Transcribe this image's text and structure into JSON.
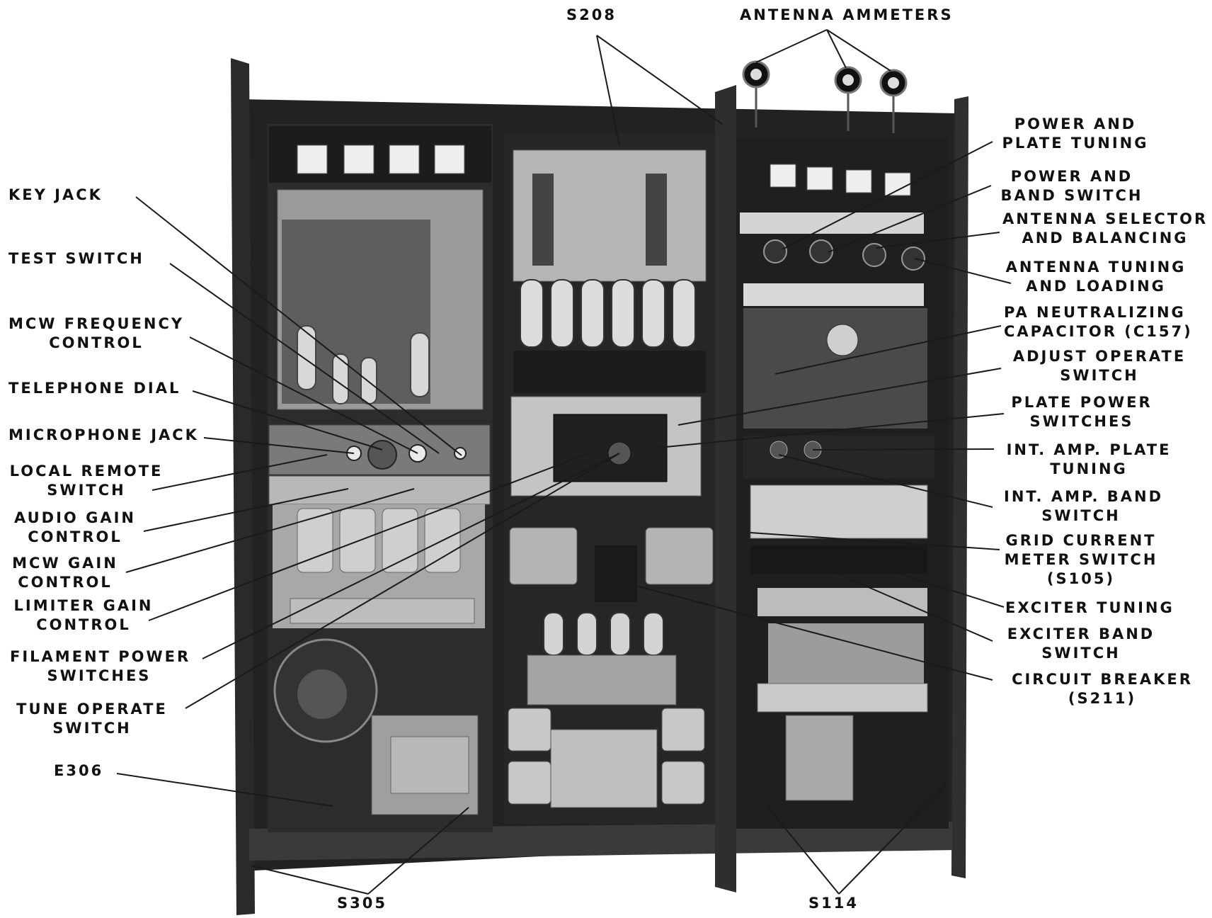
{
  "labels": {
    "s208": "S208",
    "antenna_ammeters": "ANTENNA AMMETERS",
    "key_jack": "KEY JACK",
    "test_switch": "TEST SWITCH",
    "mcw_frequency_control": [
      "MCW FREQUENCY",
      "CONTROL"
    ],
    "telephone_dial": "TELEPHONE DIAL",
    "microphone_jack": "MICROPHONE JACK",
    "local_remote_switch": [
      "LOCAL REMOTE",
      "SWITCH"
    ],
    "audio_gain_control": [
      "AUDIO GAIN",
      "CONTROL"
    ],
    "mcw_gain_control": [
      "MCW GAIN",
      "CONTROL"
    ],
    "limiter_gain_control": [
      "LIMITER GAIN",
      "CONTROL"
    ],
    "filament_power_switches": [
      "FILAMENT POWER",
      "SWITCHES"
    ],
    "tune_operate_switch": [
      "TUNE OPERATE",
      "SWITCH"
    ],
    "e306": "E306",
    "s305": "S305",
    "s114": "S114",
    "power_and_plate_tuning": [
      "POWER AND",
      "PLATE TUNING"
    ],
    "power_and_band_switch": [
      "POWER AND",
      "BAND SWITCH"
    ],
    "antenna_selector_and_balancing": [
      "ANTENNA SELECTOR",
      "AND BALANCING"
    ],
    "antenna_tuning_and_loading": [
      "ANTENNA TUNING",
      "AND LOADING"
    ],
    "pa_neutralizing_capacitor": [
      "PA NEUTRALIZING",
      "CAPACITOR (C157)"
    ],
    "adjust_operate_switch": [
      "ADJUST OPERATE",
      "SWITCH"
    ],
    "plate_power_switches": [
      "PLATE POWER",
      "SWITCHES"
    ],
    "int_amp_plate_tuning": [
      "INT. AMP. PLATE",
      "TUNING"
    ],
    "int_amp_band_switch": [
      "INT. AMP. BAND",
      "SWITCH"
    ],
    "grid_current_meter_switch": [
      "GRID CURRENT",
      "METER SWITCH",
      "(S105)"
    ],
    "exciter_tuning": "EXCITER TUNING",
    "exciter_band_switch": [
      "EXCITER BAND",
      "SWITCH"
    ],
    "circuit_breaker": [
      "CIRCUIT BREAKER",
      "(S211)"
    ]
  },
  "colors": {
    "label_text": "#111111",
    "leader_line": "#1a1a1a",
    "cabinet_dark": "#1e1e1e",
    "panel_gray": "#a9a9a9",
    "panel_light": "#cfcfcf",
    "background": "#ffffff"
  }
}
